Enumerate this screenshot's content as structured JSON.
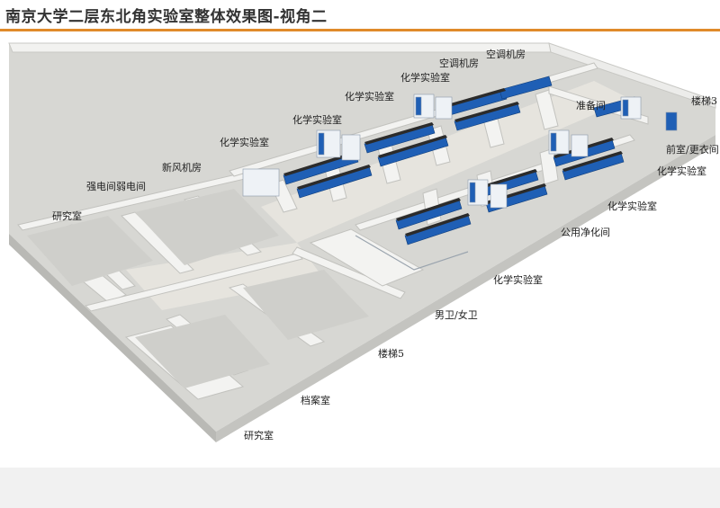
{
  "title": "南京大学二层东北角实验室整体效果图-视角二",
  "labels": {
    "aircon_room_1": "空调机房",
    "aircon_room_2": "空调机房",
    "chem_lab_1": "化学实验室",
    "chem_lab_2": "化学实验室",
    "chem_lab_3": "化学实验室",
    "chem_lab_4": "化学实验室",
    "chem_lab_5": "化学实验室",
    "chem_lab_6": "化学实验室",
    "chem_lab_7": "化学实验室",
    "prep_room": "准备间",
    "stairs_3": "楼梯3",
    "anteroom": "前室/更衣间",
    "fresh_air_room": "新风机房",
    "electrical_room": "强电间弱电间",
    "research_room_1": "研究室",
    "research_room_2": "研究室",
    "public_clean_room": "公用净化间",
    "restroom": "男卫/女卫",
    "stairs_5": "楼梯5",
    "archive_room": "档案室"
  },
  "colors": {
    "accent_rule": "#e08a2a",
    "floor": "#dcdcd8",
    "wall_top": "#f4f4f2",
    "wall_side": "#c9c9c5",
    "bench_blue": "#1f5fb5",
    "bench_top": "#2c2c2c",
    "hood_white": "#eef2f6"
  }
}
